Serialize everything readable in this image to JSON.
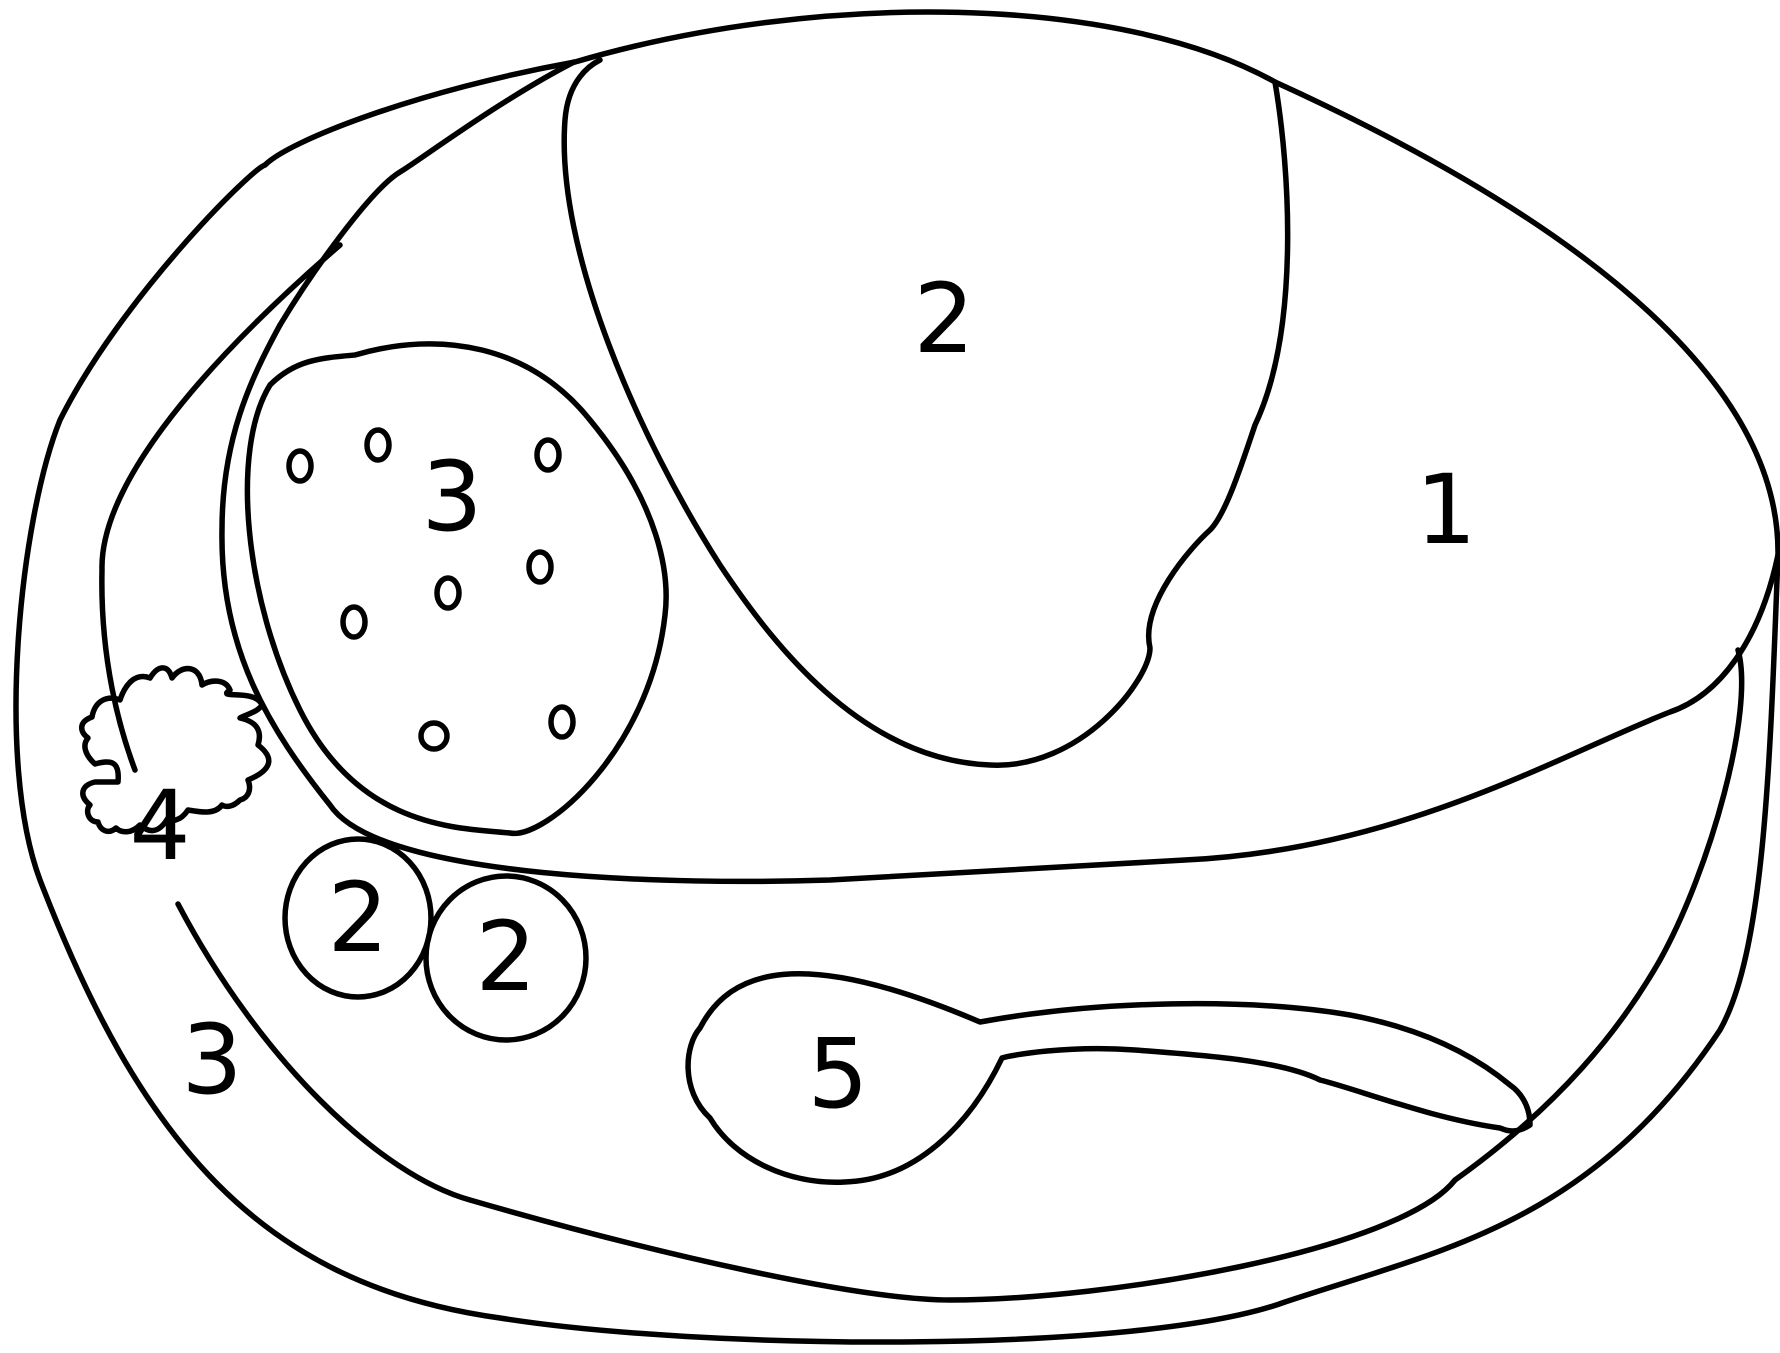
{
  "colors": {
    "line": "#000000",
    "background": "#ffffff"
  },
  "regions": {
    "plate": "1",
    "main_segment": "2",
    "dotted_region": "3",
    "circle_a": "2",
    "circle_b": "2",
    "cloud": "4",
    "spoon": "5",
    "outer_band": "3"
  }
}
